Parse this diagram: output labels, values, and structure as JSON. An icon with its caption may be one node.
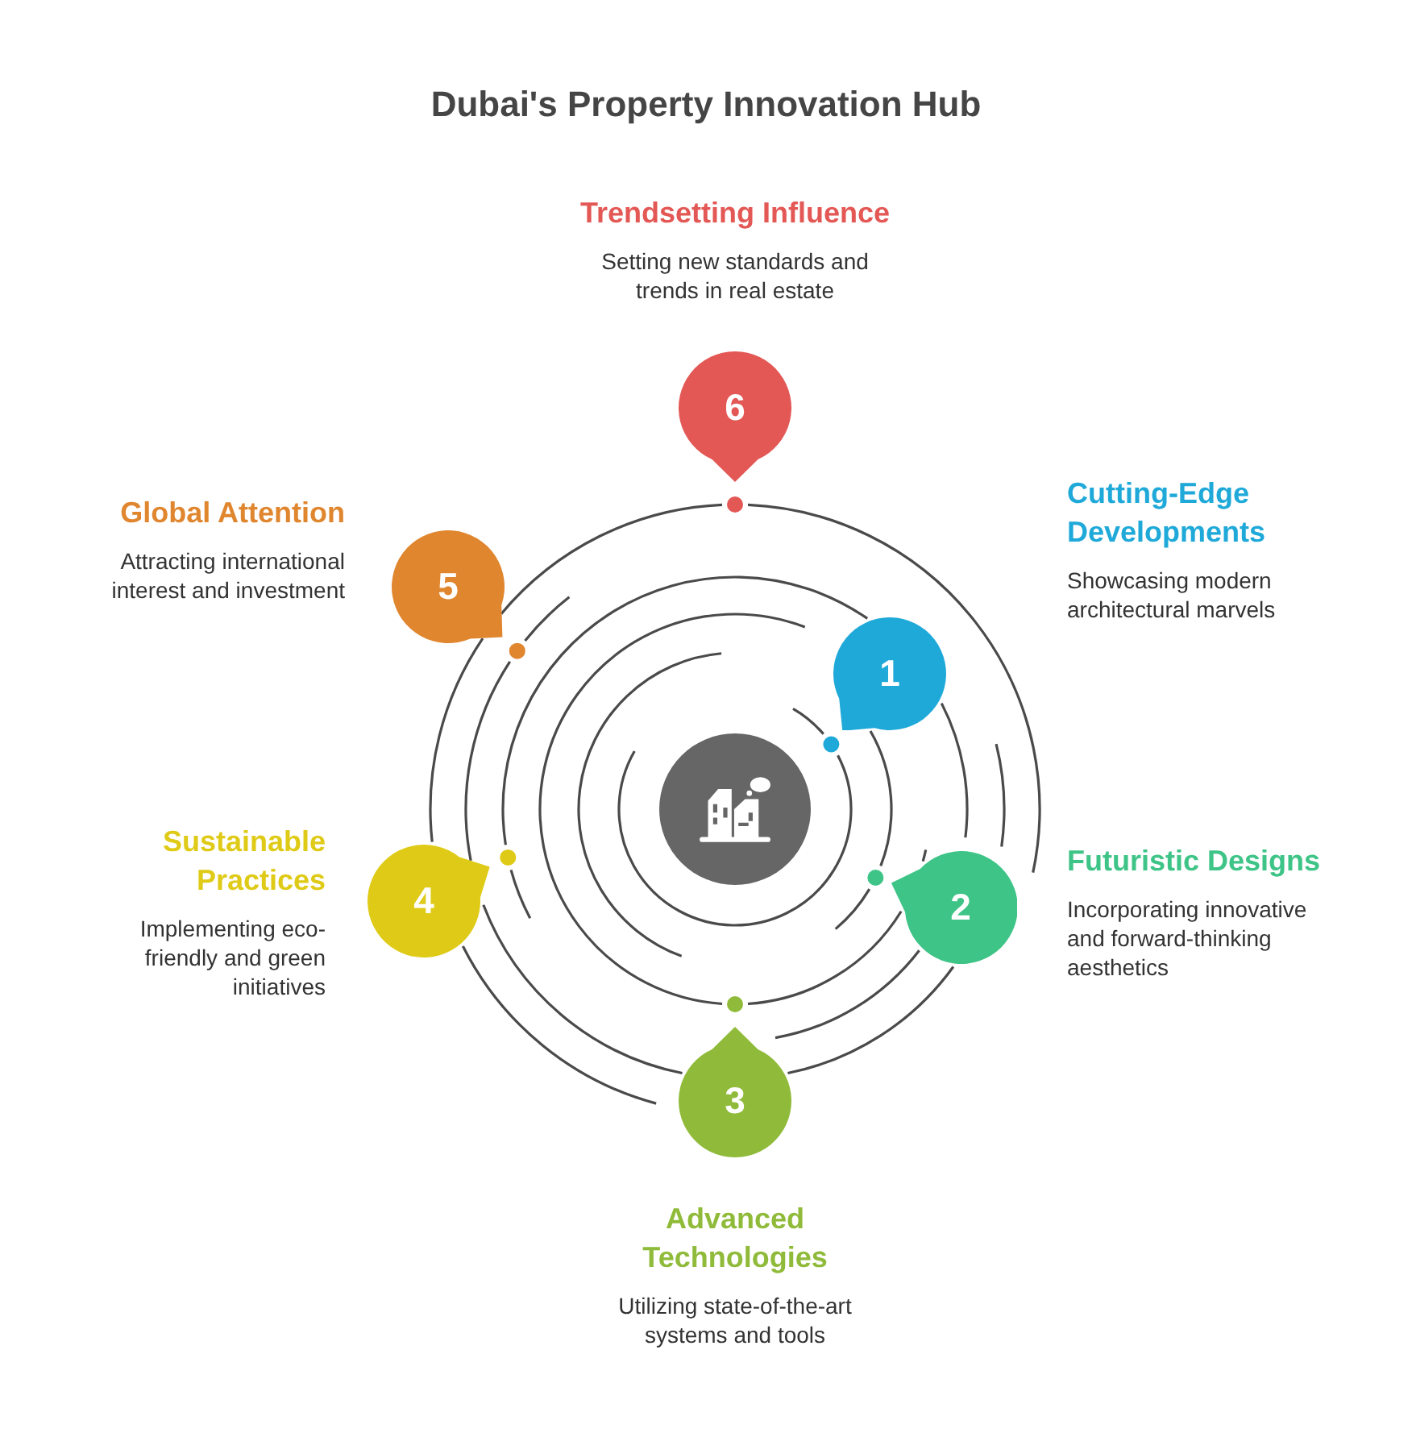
{
  "diagram": {
    "title": "Dubai's Property Innovation Hub",
    "nodes": [
      {
        "text": [
          "1"
        ],
        "beside": [
          "Cutting-Edge Developments",
          "Showcasing modern architectural marvels"
        ]
      },
      {
        "text": [
          "2"
        ],
        "beside": [
          "Futuristic Designs",
          "Incorporating innovative and forward-thinking aesthetics"
        ]
      },
      {
        "text": [
          "3"
        ],
        "beside": [
          "Advanced Technologies",
          "Utilizing state-of-the-art systems and tools"
        ]
      },
      {
        "text": [
          "4"
        ],
        "beside": [
          "Sustainable Practices",
          "Implementing eco-friendly and green initiatives"
        ]
      },
      {
        "text": [
          "5"
        ],
        "beside": [
          "Global Attention",
          "Attracting international interest and investment"
        ]
      },
      {
        "text": [
          "6"
        ],
        "beside": [
          "Trendsetting Influence",
          "Setting new standards and trends in real estate"
        ]
      },
      {
        "text": [],
        "shape": "circle"
      }
    ]
  }
}
